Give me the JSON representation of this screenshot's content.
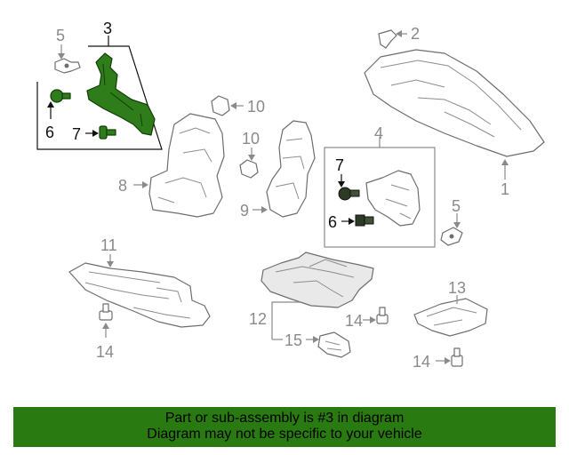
{
  "callouts": {
    "n1": "1",
    "n2": "2",
    "n3": "3",
    "n4": "4",
    "n5a": "5",
    "n5b": "5",
    "n6a": "6",
    "n6b": "6",
    "n7a": "7",
    "n7b": "7",
    "n8": "8",
    "n9": "9",
    "n10a": "10",
    "n10b": "10",
    "n11": "11",
    "n12": "12",
    "n13": "13",
    "n14a": "14",
    "n14b": "14",
    "n14c": "14",
    "n15": "15"
  },
  "highlight": {
    "selected_part": "3",
    "color": "#2e7d1a",
    "banner_color": "#2a7a12"
  },
  "banner": {
    "line1": "Part or sub-assembly is #3 in diagram",
    "line2": "Diagram may not be specific to your vehicle"
  }
}
